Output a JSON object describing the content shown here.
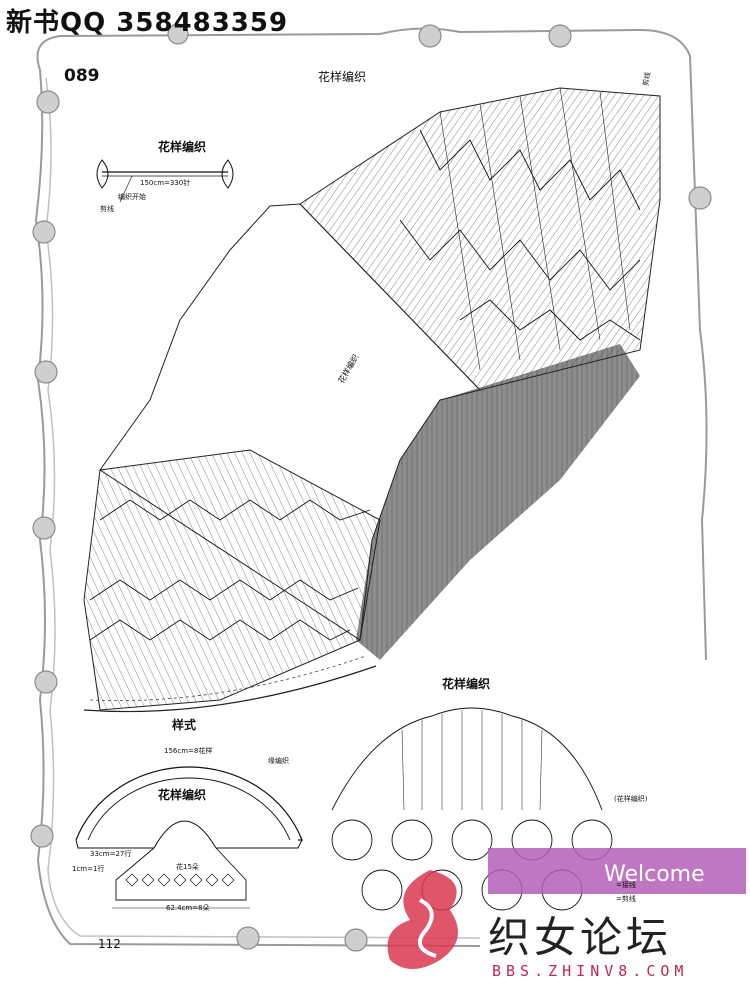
{
  "banner": {
    "text": "新书QQ 358483359"
  },
  "page": {
    "number_label": "089",
    "main_title": "花样编织",
    "page_number": "112"
  },
  "mini_diagram": {
    "title": "花样编织",
    "measure": "150cm=330针",
    "start": "编织开始",
    "cut": "剪线"
  },
  "large_diagram": {
    "center_label": "花样编织",
    "edge_label": "剪线"
  },
  "style_diagram": {
    "title": "样式",
    "arc_label": "156cm=8花样",
    "border_label": "缘编织",
    "pattern_title": "花样编织",
    "width_label": "33cm=27行",
    "depth_label": "1cm=1行",
    "flowers_label": "花15朵",
    "bottom_label": "62.4cm=8朵"
  },
  "border_diagram": {
    "title": "花样编织",
    "note": "(花样编织)",
    "legend_a": "=接线",
    "legend_b": "=剪线"
  },
  "watermark": {
    "welcome": "Welcome",
    "forum_name": "织女论坛",
    "url": "BBS.ZHINV8.COM",
    "band_color": "#b45fb9",
    "logo_color": "#d9374f"
  }
}
